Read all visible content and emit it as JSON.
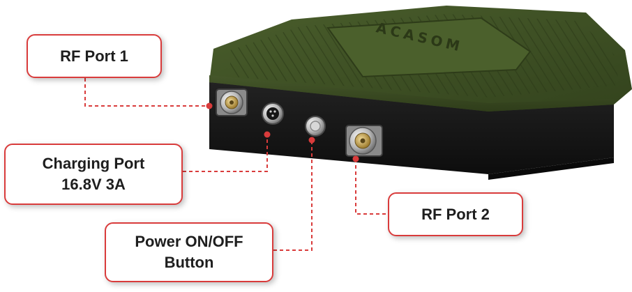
{
  "device": {
    "brand_logo": "ACASOM",
    "body_color": "#3d4f24",
    "base_color": "#151515"
  },
  "callouts": {
    "rf_port_1": {
      "label": "RF Port 1"
    },
    "charging_port": {
      "line1": "Charging Port",
      "line2": "16.8V 3A"
    },
    "power_button": {
      "line1": "Power ON/OFF",
      "line2": "Button"
    },
    "rf_port_2": {
      "label": "RF Port 2"
    }
  },
  "accent_color": "#d93b3b"
}
